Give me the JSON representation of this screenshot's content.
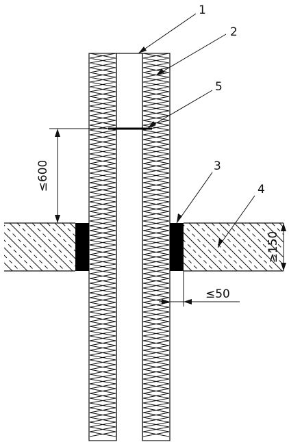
{
  "callouts": [
    {
      "id": "1",
      "text": "1"
    },
    {
      "id": "2",
      "text": "2"
    },
    {
      "id": "3",
      "text": "3"
    },
    {
      "id": "4",
      "text": "4"
    },
    {
      "id": "5",
      "text": "5"
    }
  ],
  "dimensions": {
    "height_above_slab": "≤600",
    "slab_thickness": "≥150",
    "gap": "≤50"
  },
  "colors": {
    "line": "#111111",
    "seal": "#000000",
    "background": "#ffffff"
  }
}
